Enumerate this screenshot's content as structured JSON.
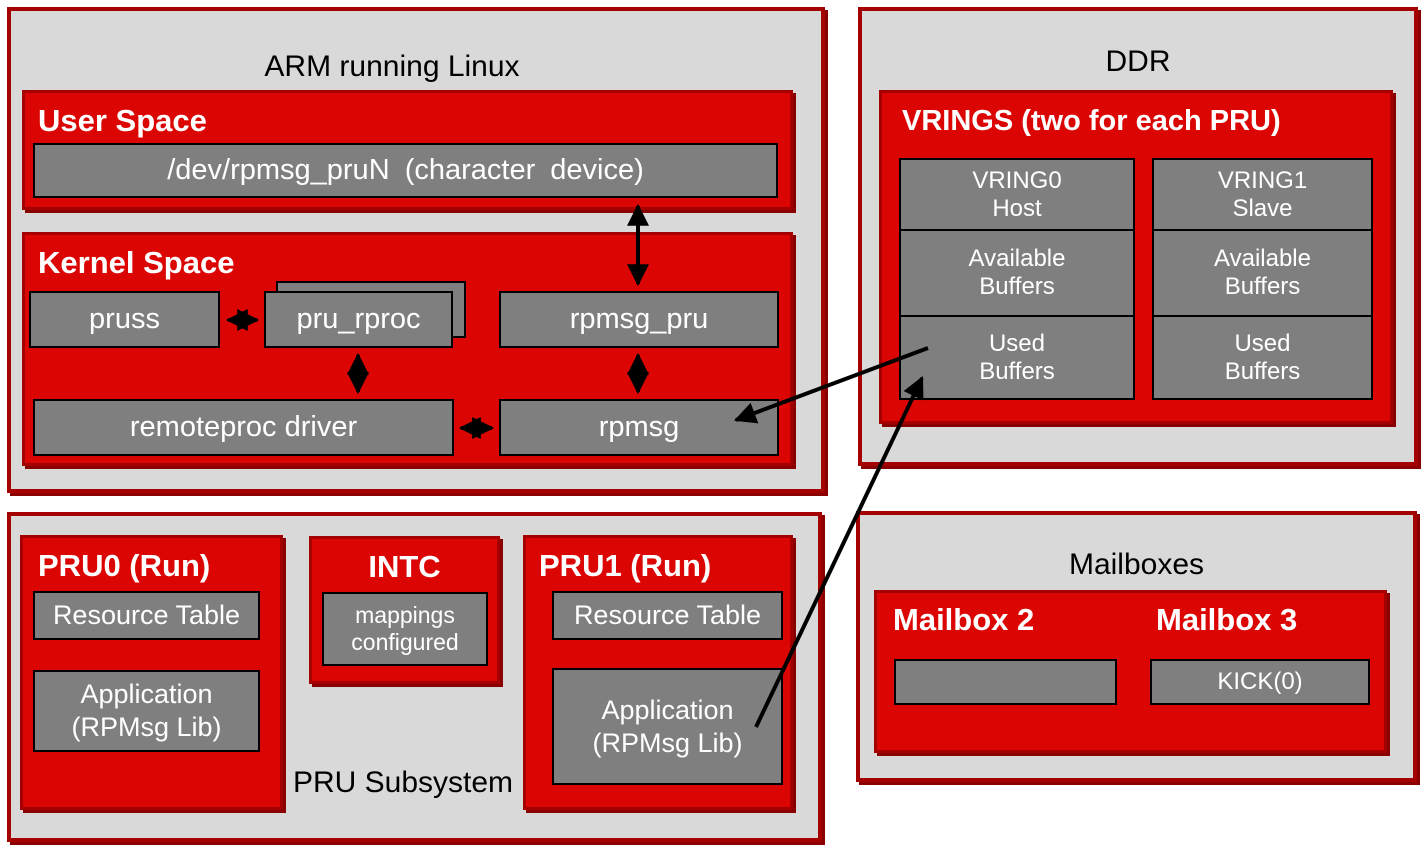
{
  "colors": {
    "red_fill": "#DB0604",
    "red_border": "#A40000",
    "gray_box": "#7F7F7F",
    "container_fill": "#D9D9D9",
    "arrow": "#000000",
    "text_light": "#FFFFFF",
    "text_dark": "#000000"
  },
  "arm": {
    "title": "ARM running Linux",
    "user_space": {
      "label": "User Space",
      "device": "/dev/rpmsg_pruN (character device)"
    },
    "kernel_space": {
      "label": "Kernel Space",
      "pruss": "pruss",
      "pru_rproc": "pru_rproc",
      "rpmsg_pru": "rpmsg_pru",
      "remoteproc": "remoteproc driver",
      "rpmsg": "rpmsg"
    }
  },
  "ddr": {
    "title": "DDR",
    "vrings": {
      "label": "VRINGS (two for each PRU)",
      "columns": [
        {
          "cells": [
            "VRING0\nHost",
            "Available\nBuffers",
            "Used\nBuffers"
          ]
        },
        {
          "cells": [
            "VRING1\nSlave",
            "Available\nBuffers",
            "Used\nBuffers"
          ]
        }
      ]
    }
  },
  "pru_subsystem": {
    "title": "PRU Subsystem",
    "pru0": {
      "label": "PRU0 (Run)",
      "resource_table": "Resource Table",
      "application": "Application\n(RPMsg Lib)"
    },
    "intc": {
      "label": "INTC",
      "mappings": "mappings\nconfigured"
    },
    "pru1": {
      "label": "PRU1 (Run)",
      "resource_table": "Resource Table",
      "application": "Application\n(RPMsg Lib)"
    }
  },
  "mailboxes": {
    "title": "Mailboxes",
    "mailbox2": {
      "label": "Mailbox 2",
      "slot": ""
    },
    "mailbox3": {
      "label": "Mailbox 3",
      "slot": "KICK(0)"
    }
  },
  "connectors": [
    {
      "from": "/dev/rpmsg_pruN (character device)",
      "to": "rpmsg_pru",
      "bidirectional": true
    },
    {
      "from": "pruss",
      "to": "pru_rproc",
      "bidirectional": true
    },
    {
      "from": "pru_rproc",
      "to": "remoteproc driver",
      "bidirectional": true
    },
    {
      "from": "rpmsg_pru",
      "to": "rpmsg",
      "bidirectional": true
    },
    {
      "from": "remoteproc driver",
      "to": "rpmsg",
      "bidirectional": true
    },
    {
      "from": "VRING0 Used Buffers",
      "to": "rpmsg",
      "bidirectional": false
    },
    {
      "from": "PRU1 Application (RPMsg Lib)",
      "to": "VRING0 Used Buffers",
      "bidirectional": false
    }
  ]
}
